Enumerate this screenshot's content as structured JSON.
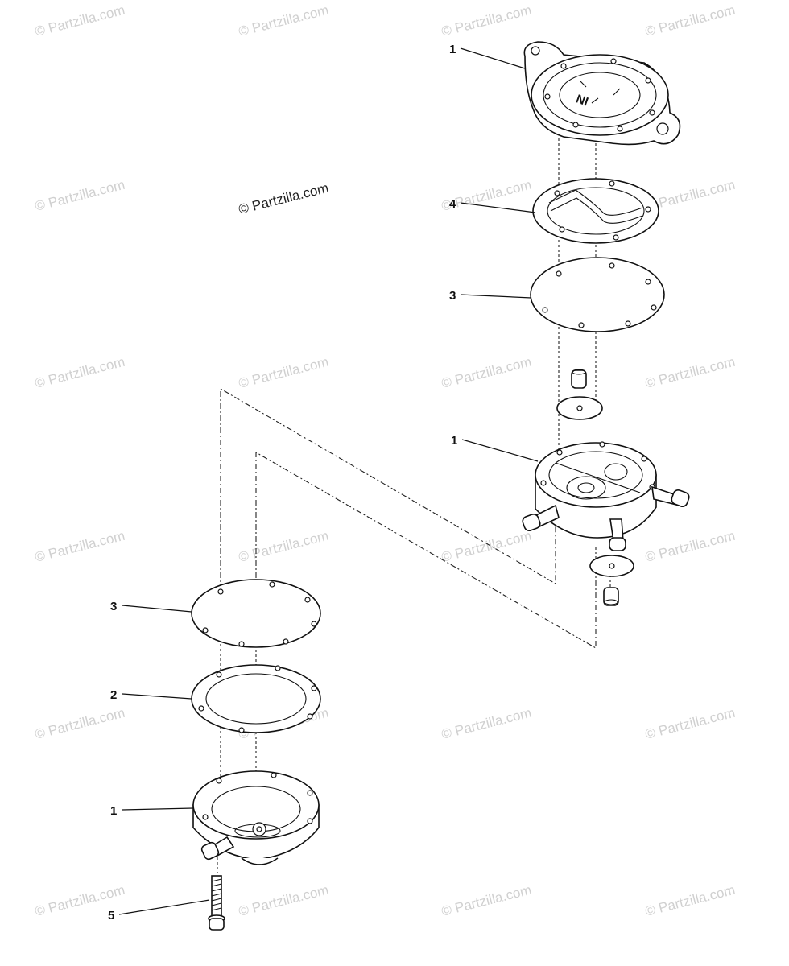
{
  "watermark": {
    "text": "© Partzilla.com",
    "featured_text": "© Partzilla.com"
  },
  "callouts": [
    {
      "label": "1",
      "part": "pump cover (top)"
    },
    {
      "label": "4",
      "part": "gasket"
    },
    {
      "label": "3",
      "part": "diaphragm (upper)"
    },
    {
      "label": "1",
      "part": "pump body"
    },
    {
      "label": "3",
      "part": "diaphragm (lower)"
    },
    {
      "label": "2",
      "part": "gasket ring"
    },
    {
      "label": "1",
      "part": "pump base"
    },
    {
      "label": "5",
      "part": "screw"
    }
  ],
  "top_cover_marking": "IN"
}
